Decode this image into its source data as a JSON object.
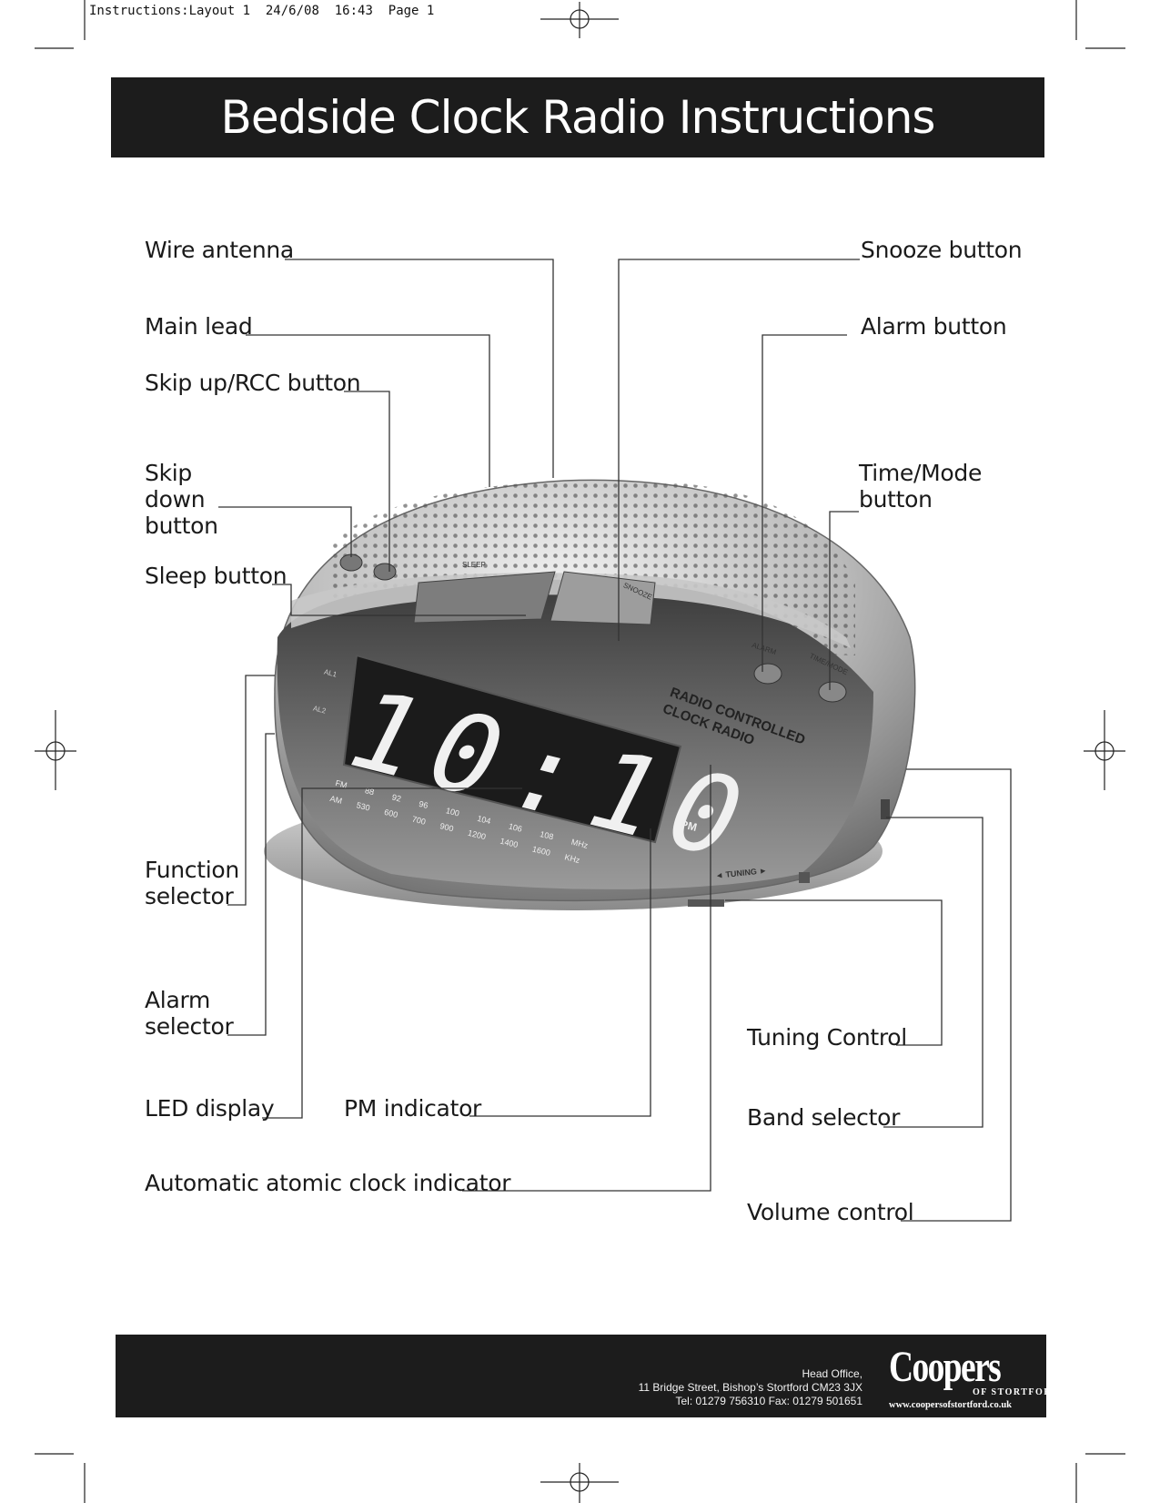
{
  "slug": {
    "file": "Instructions:Layout 1",
    "date": "24/6/08",
    "time": "16:43",
    "page": "Page 1"
  },
  "title": "Bedside Clock Radio Instructions",
  "labels": {
    "wire_antenna": "Wire antenna",
    "main_lead": "Main lead",
    "skip_up": "Skip up/RCC button",
    "skip_down_l1": "Skip down",
    "skip_down_l2": "button",
    "sleep": "Sleep button",
    "function_l1": "Function",
    "function_l2": "selector",
    "alarm_sel_l1": "Alarm",
    "alarm_sel_l2": "selector",
    "led_display": "LED display",
    "pm_indicator": "PM indicator",
    "atomic": "Automatic atomic clock indicator",
    "snooze": "Snooze button",
    "alarm_button": "Alarm button",
    "time_mode_l1": "Time/Mode",
    "time_mode_l2": "button",
    "tuning": "Tuning Control",
    "band": "Band selector",
    "volume": "Volume control"
  },
  "device": {
    "time": "10:10",
    "am_pm": "PM",
    "print_lines": [
      "RADIO CONTROLLED",
      "CLOCK RADIO"
    ],
    "buttons": [
      "SLEEP",
      "SNOOZE",
      "ALARM",
      "TIME/MODE"
    ],
    "indicators": [
      "AL1",
      "AL2"
    ],
    "fm_scale": [
      "FM",
      "88",
      "92",
      "96",
      "100",
      "104",
      "106",
      "108",
      "MHz"
    ],
    "am_scale": [
      "AM",
      "530",
      "600",
      "700",
      "900",
      "1200",
      "1400",
      "1600",
      "KHz"
    ],
    "tuning_label": "◄ TUNING ►"
  },
  "footer": {
    "office": "Head Office,",
    "address": "11 Bridge Street, Bishop’s Stortford CM23 3JX",
    "phone": "Tel: 01279 756310   Fax: 01279 501651",
    "logo": "Coopers",
    "logo_sub": "OF STORTFORD",
    "website": "www.coopersofstortford.co.uk"
  },
  "colors": {
    "bar": "#1c1c1c",
    "text": "#1a1a1a"
  }
}
